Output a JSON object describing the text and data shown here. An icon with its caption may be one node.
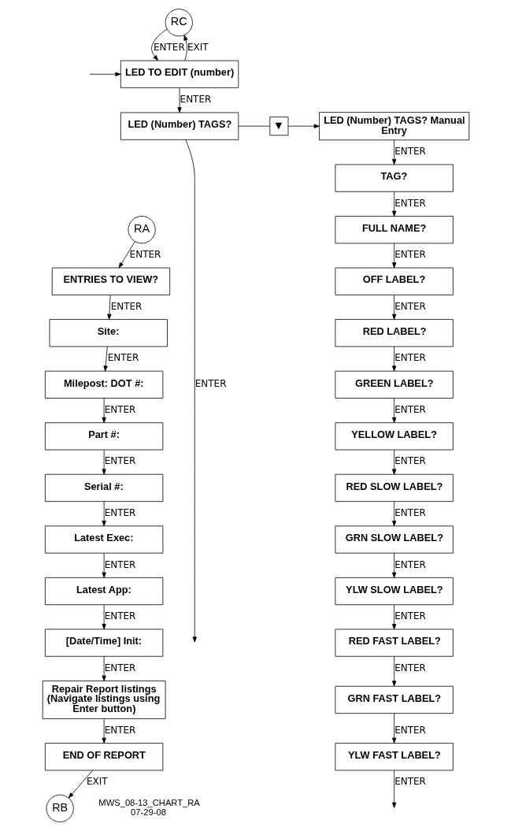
{
  "diagram": {
    "nodes": [
      {
        "text": [
          "RC"
        ]
      },
      {
        "text": [
          "LED TO EDIT (number)"
        ]
      },
      {
        "text": [
          "LED (Number) TAGS?"
        ]
      },
      {
        "text": [
          "▼"
        ]
      },
      {
        "text": [
          "LED (Number) TAGS? Manual Entry"
        ]
      },
      {
        "text": [
          "TAG?"
        ]
      },
      {
        "text": [
          "FULL NAME?"
        ]
      },
      {
        "text": [
          "OFF LABEL?"
        ]
      },
      {
        "text": [
          "RED LABEL?"
        ]
      },
      {
        "text": [
          "GREEN LABEL?"
        ]
      },
      {
        "text": [
          "YELLOW LABEL?"
        ]
      },
      {
        "text": [
          "RED SLOW LABEL?"
        ]
      },
      {
        "text": [
          "GRN SLOW LABEL?"
        ]
      },
      {
        "text": [
          "YLW SLOW LABEL?"
        ]
      },
      {
        "text": [
          "RED FAST LABEL?"
        ]
      },
      {
        "text": [
          "GRN FAST LABEL?"
        ]
      },
      {
        "text": [
          "YLW FAST LABEL?"
        ]
      },
      {
        "text": [
          "RA"
        ]
      },
      {
        "text": [
          "ENTRIES TO VIEW?"
        ]
      },
      {
        "text": [
          "Site:"
        ]
      },
      {
        "text": [
          "Milepost: DOT #:"
        ]
      },
      {
        "text": [
          "Part #:"
        ]
      },
      {
        "text": [
          "Serial #:"
        ]
      },
      {
        "text": [
          "Latest Exec:"
        ]
      },
      {
        "text": [
          "Latest App:"
        ]
      },
      {
        "text": [
          "[Date/Time] Init:"
        ]
      },
      {
        "text": [
          "Repair Report listings (Navigate listings using Enter button)"
        ]
      },
      {
        "text": [
          "END OF REPORT"
        ]
      },
      {
        "text": [
          "RB"
        ]
      }
    ],
    "edges": [
      {
        "from": 0,
        "to": 1,
        "label": "ENTER",
        "arrow": "to"
      },
      {
        "from": 1,
        "to": 0,
        "label": "EXIT",
        "arrow": "to"
      },
      {
        "from": null,
        "to": 1,
        "arrow": "to"
      },
      {
        "from": 1,
        "to": 2,
        "label": "ENTER",
        "arrow": "to"
      },
      {
        "from": 2,
        "to": 3,
        "arrow": "none"
      },
      {
        "from": 3,
        "to": 4,
        "arrow": "to"
      },
      {
        "from": 2,
        "to": null,
        "label": "ENTER",
        "arrow": "to"
      },
      {
        "from": 4,
        "to": 5,
        "label": "ENTER",
        "arrow": "to"
      },
      {
        "from": 5,
        "to": 6,
        "label": "ENTER",
        "arrow": "to"
      },
      {
        "from": 6,
        "to": 7,
        "label": "ENTER",
        "arrow": "to"
      },
      {
        "from": 7,
        "to": 8,
        "label": "ENTER",
        "arrow": "to"
      },
      {
        "from": 8,
        "to": 9,
        "label": "ENTER",
        "arrow": "to"
      },
      {
        "from": 9,
        "to": 10,
        "label": "ENTER",
        "arrow": "to"
      },
      {
        "from": 10,
        "to": 11,
        "label": "ENTER",
        "arrow": "to"
      },
      {
        "from": 11,
        "to": 12,
        "label": "ENTER",
        "arrow": "to"
      },
      {
        "from": 12,
        "to": 13,
        "label": "ENTER",
        "arrow": "to"
      },
      {
        "from": 13,
        "to": 14,
        "label": "ENTER",
        "arrow": "to"
      },
      {
        "from": 14,
        "to": 15,
        "label": "ENTER",
        "arrow": "to"
      },
      {
        "from": 15,
        "to": 16,
        "label": "ENTER",
        "arrow": "to"
      },
      {
        "from": 16,
        "to": null,
        "label": "ENTER",
        "arrow": "to"
      },
      {
        "from": 17,
        "to": 18,
        "label": "ENTER",
        "arrow": "to"
      },
      {
        "from": 18,
        "to": 19,
        "label": "ENTER",
        "arrow": "to"
      },
      {
        "from": 19,
        "to": 20,
        "label": "ENTER",
        "arrow": "to"
      },
      {
        "from": 20,
        "to": 21,
        "label": "ENTER",
        "arrow": "to"
      },
      {
        "from": 21,
        "to": 22,
        "label": "ENTER",
        "arrow": "to"
      },
      {
        "from": 22,
        "to": 23,
        "label": "ENTER",
        "arrow": "to"
      },
      {
        "from": 23,
        "to": 24,
        "label": "ENTER",
        "arrow": "to"
      },
      {
        "from": 24,
        "to": 25,
        "label": "ENTER",
        "arrow": "to"
      },
      {
        "from": 25,
        "to": 26,
        "label": "ENTER",
        "arrow": "to"
      },
      {
        "from": 26,
        "to": 27,
        "label": "ENTER",
        "arrow": "to"
      },
      {
        "from": 27,
        "to": 28,
        "label": "EXIT",
        "arrow": "to"
      }
    ],
    "labels": [
      "MWS_08-13_CHART_RA",
      "07-29-08"
    ]
  }
}
